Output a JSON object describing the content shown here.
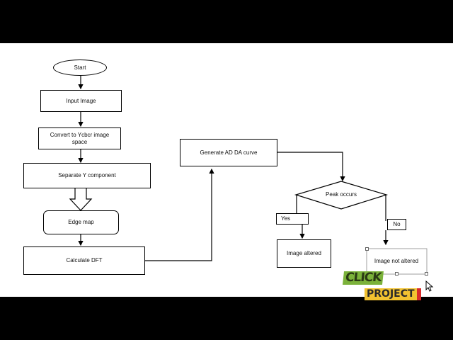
{
  "flowchart": {
    "nodes": {
      "start": "Start",
      "input_image": "Input Image",
      "convert_line1": "Convert to Ycbcr image",
      "convert_line2": "space",
      "separate_y": "Separate Y component",
      "edge_map": "Edge map",
      "calculate_dft": "Calculate DFT",
      "generate_curve": "Generate AD DA curve",
      "peak_occurs": "Peak occurs",
      "yes": "Yes",
      "no": "No",
      "image_altered": "Image altered",
      "image_not_altered": "Image not altered"
    }
  },
  "logo": {
    "word1": "CLICK",
    "word2": "PROJECT"
  },
  "colors": {
    "background": "#ffffff",
    "letterbox": "#000000",
    "stroke": "#000000",
    "logo_green": "#7bb23a",
    "logo_yellow": "#f2c230",
    "logo_red": "#d92b2b"
  }
}
